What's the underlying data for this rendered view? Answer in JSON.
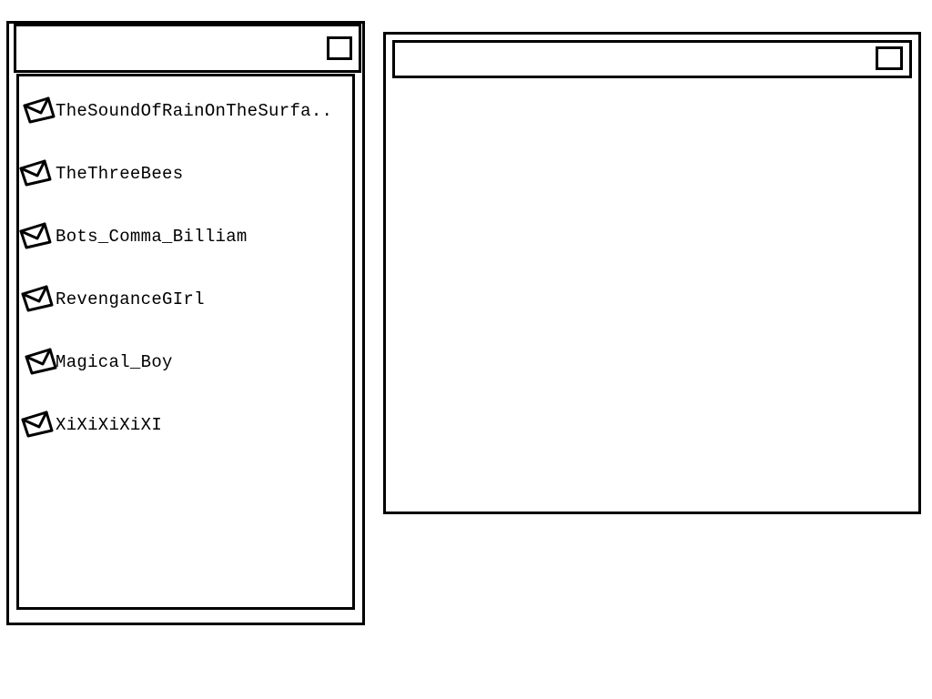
{
  "contacts_window": {
    "items": [
      {
        "label": "TheSoundOfRainOnTheSurfa..",
        "icon": "envelope-icon"
      },
      {
        "label": "TheThreeBees",
        "icon": "envelope-icon"
      },
      {
        "label": "Bots_Comma_Billiam",
        "icon": "envelope-icon"
      },
      {
        "label": "RevenganceGIrl",
        "icon": "envelope-icon"
      },
      {
        "label": "Magical_Boy",
        "icon": "envelope-icon"
      },
      {
        "label": "XiXiXiXiXI",
        "icon": "envelope-icon"
      }
    ]
  },
  "colors": {
    "stroke": "#000000",
    "background": "#ffffff"
  }
}
